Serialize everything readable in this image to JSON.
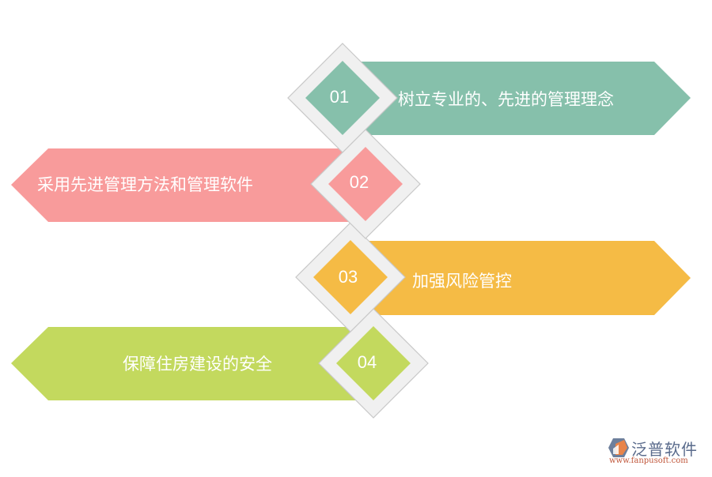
{
  "colors": {
    "teal": "#86c0ab",
    "pink": "#f89b9b",
    "orange": "#f5bb45",
    "green": "#c3d95e",
    "diamond_frame": "#f0f0f0",
    "diamond_border": "#c8c8c8"
  },
  "steps": [
    {
      "number": "01",
      "text": "树立专业的、先进的管理理念",
      "direction": "right",
      "color": "#86c0ab"
    },
    {
      "number": "02",
      "text": "采用先进管理方法和管理软件",
      "direction": "left",
      "color": "#f89b9b"
    },
    {
      "number": "03",
      "text": "加强风险管控",
      "direction": "right",
      "color": "#f5bb45"
    },
    {
      "number": "04",
      "text": "保障住房建设的安全",
      "direction": "left",
      "color": "#c3d95e"
    }
  ],
  "logo": {
    "name": "泛普软件",
    "url": "www.fanpusoft.com",
    "icon": "hexagon-logo-icon"
  }
}
